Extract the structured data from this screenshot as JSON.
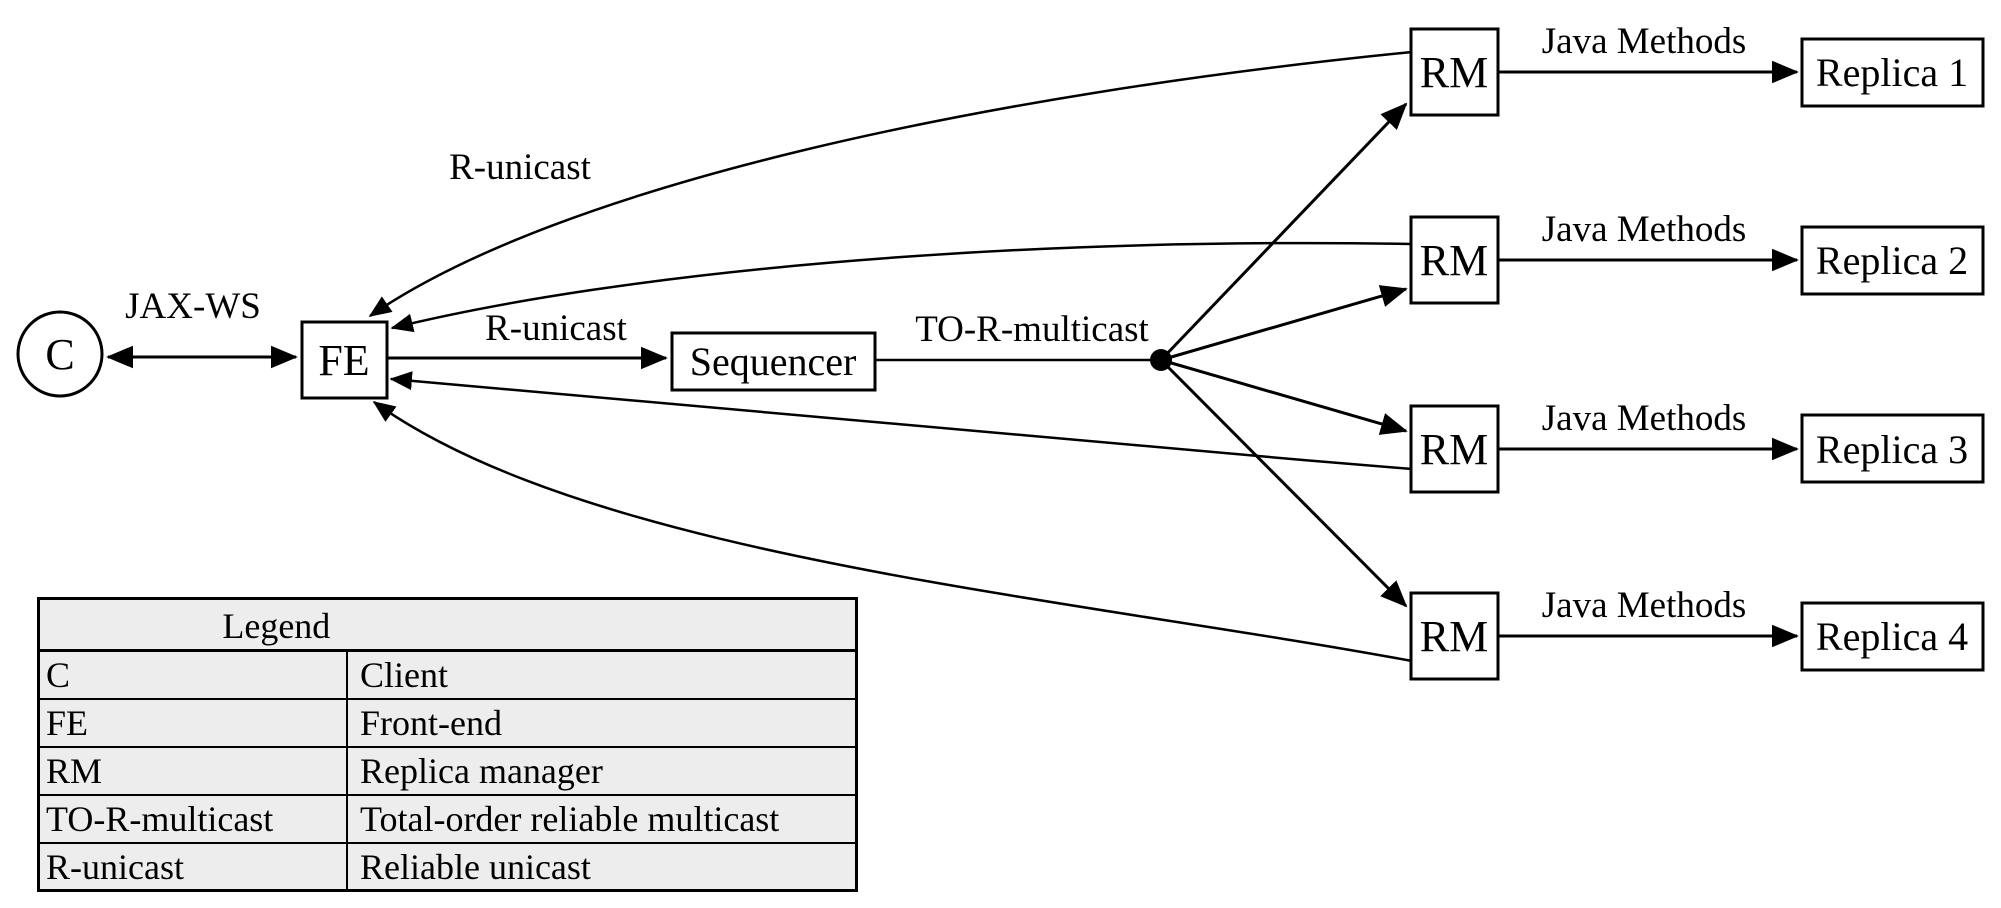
{
  "diagram": {
    "nodes": {
      "client": "C",
      "frontend": "FE",
      "sequencer": "Sequencer",
      "rm": "RM",
      "replicas": [
        "Replica 1",
        "Replica 2",
        "Replica 3",
        "Replica 4"
      ]
    },
    "edge_labels": {
      "client_fe": "JAX-WS",
      "fe_sequencer": "R-unicast",
      "sequencer_multicast": "TO-R-multicast",
      "rm_fe_return": "R-unicast",
      "rm_replica": "Java Methods"
    }
  },
  "legend": {
    "title": "Legend",
    "rows": [
      {
        "term": "C",
        "definition": "Client"
      },
      {
        "term": "FE",
        "definition": "Front-end"
      },
      {
        "term": "RM",
        "definition": "Replica manager"
      },
      {
        "term": "TO-R-multicast",
        "definition": "Total-order reliable multicast"
      },
      {
        "term": "R-unicast",
        "definition": "Reliable unicast"
      }
    ]
  },
  "colors": {
    "ink": "#000000",
    "paper": "#ffffff",
    "legend_cell": "#ededed"
  }
}
